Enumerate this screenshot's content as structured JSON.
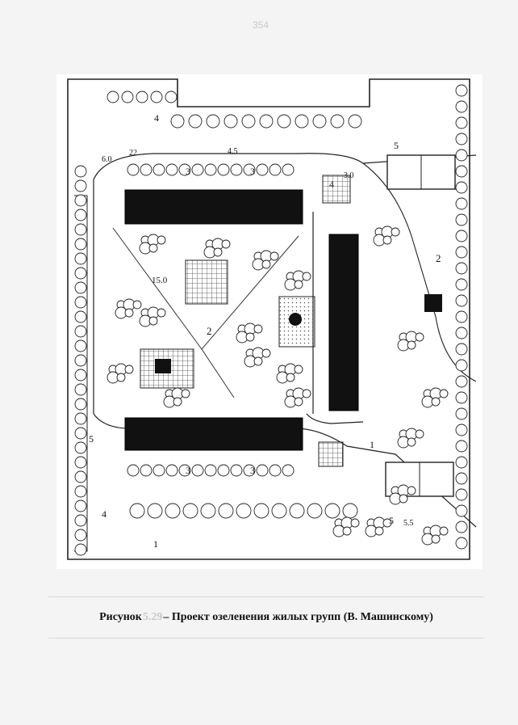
{
  "page": {
    "number": "354"
  },
  "caption": {
    "label": "Рисунок",
    "number": "5.29",
    "text": "– Проект озеленения жилых групп (В. Машинскому)"
  },
  "plan": {
    "zone_labels": [
      "1",
      "2",
      "3",
      "4",
      "5"
    ],
    "dimension_labels": [
      "15.0",
      "6.0",
      "4.5",
      "5.5",
      "22",
      "3.0"
    ],
    "building_fill": "#111111",
    "line_color": "#222222",
    "playground_color": "#555555"
  }
}
